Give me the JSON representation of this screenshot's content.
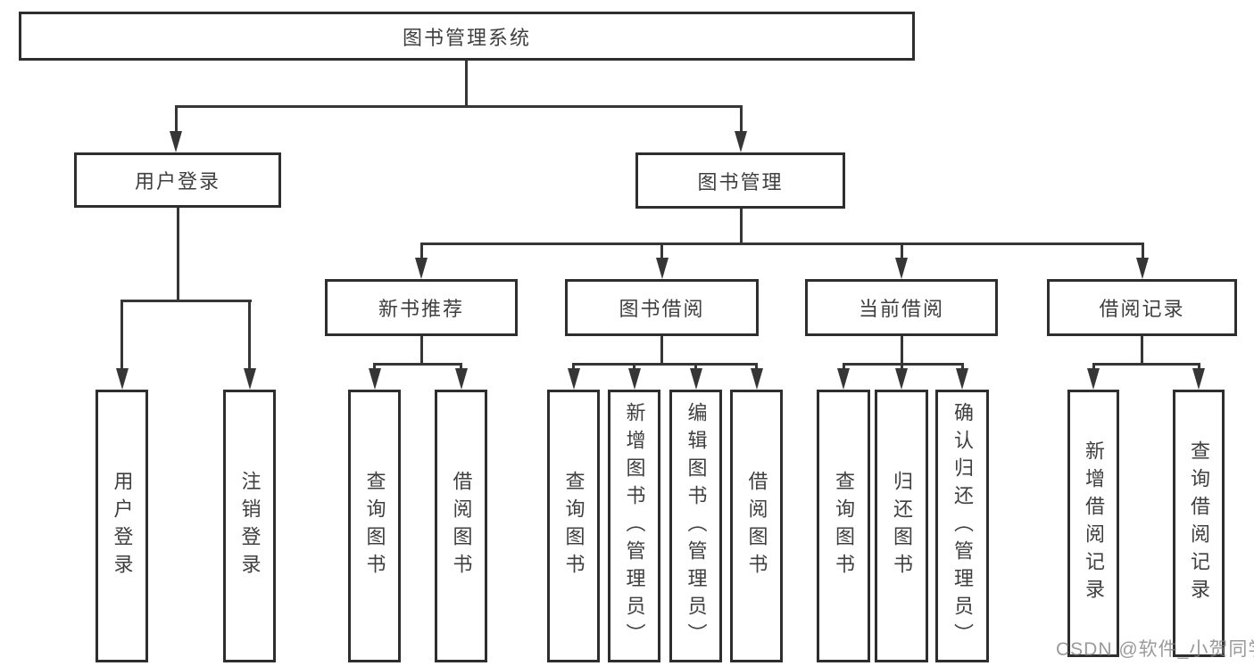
{
  "diagram": {
    "root": {
      "label": "图书管理系统"
    },
    "branches": [
      {
        "label": "用户登录",
        "children": [
          {
            "label": "用户登录"
          },
          {
            "label": "注销登录"
          }
        ]
      },
      {
        "label": "图书管理",
        "children": [
          {
            "label": "新书推荐",
            "children": [
              {
                "label": "查询图书"
              },
              {
                "label": "借阅图书"
              }
            ]
          },
          {
            "label": "图书借阅",
            "children": [
              {
                "label": "查询图书"
              },
              {
                "label": "新增图书（管理员）"
              },
              {
                "label": "编辑图书（管理员）"
              },
              {
                "label": "借阅图书"
              }
            ]
          },
          {
            "label": "当前借阅",
            "children": [
              {
                "label": "查询图书"
              },
              {
                "label": "归还图书"
              },
              {
                "label": "确认归还（管理员）"
              }
            ]
          },
          {
            "label": "借阅记录",
            "children": [
              {
                "label": "新增借阅记录"
              },
              {
                "label": "查询借阅记录"
              }
            ]
          }
        ]
      }
    ]
  },
  "watermark": {
    "text": "CSDN @软件_小贺同学"
  },
  "colors": {
    "line": "#363636",
    "border": "#2e2e2e",
    "text": "#3f3f3f",
    "background": "#ffffff",
    "watermark": "#7d7d7d"
  }
}
